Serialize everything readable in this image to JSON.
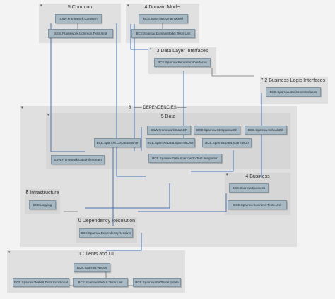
{
  "groups": {
    "common": {
      "title": "5 Common"
    },
    "domain": {
      "title": "4 Domain Model"
    },
    "data_layer": {
      "title": "3 Data Layer Interfaces"
    },
    "business_logic": {
      "title": "2 Business Logic Interfaces"
    },
    "dependencies": {
      "title": "8",
      "label": "DEPENDENCIES"
    },
    "data": {
      "title": "5 Data"
    },
    "business": {
      "title": "4 Business"
    },
    "infrastructure": {
      "title": "6 Infrastructure"
    },
    "dependency_resolution": {
      "title": "0 Dependency Resolution"
    },
    "clients": {
      "title": "1 Clients and UI"
    }
  },
  "nodes": {
    "ssw_common": "SSW.Framework.Common",
    "ssw_common_tests": "SSW.Framework.Common.Tests.Unit",
    "domain_model": "BCE.Sparrow.DomainModel",
    "domain_model_tests": "BCE.Sparrow.DomainModel.Tests.Unit",
    "repo_interfaces": "BCE.Sparrow.RepositoryInterfaces",
    "business_interfaces": "BCE.Sparrow.BusinessInterfaces",
    "ssw_data_ef": "SSW.Framework.Data.EF",
    "cts_data_ob": "BCE.Sparrow.CtsDataSource",
    "sparrow_ctsdb": "BCE.Sparrow.CtsSparrowDb",
    "schools_db": "BCE.Sparrow.SchoolsDb",
    "sparrow_data_sparrow_cms": "BCE.Sparrow.Data.SparrowCms",
    "sparrow_data_sparrowdb": "BCE.Sparrow.Data.SparrowDb",
    "data_filestream": "SSW.Framework.Data.FileStream",
    "sparrowdb_tests": "BCE.Sparrow.Data.SparrowDb.Test.Integration",
    "business": "BCE.Sparrow.Business",
    "business_tests": "BCE.Sparrow.Business.Tests.Unit",
    "logging": "BCE.Logging",
    "dependency_resolver": "BCE.Sparrow.DependencyResolver",
    "webui": "BCE.Sparrow.WebUI",
    "webui_tests_functional": "BCE.Sparrow.WebUI.Tests.Functional",
    "webui_tests_unit": "BCE.Sparrow.WebUI.Tests.Unit",
    "staff_data_update": "BCE.Sparrow.StaffDataUpdate"
  },
  "colors": {
    "group": "#e0e0e0",
    "inner_group": "#d6d6d6",
    "node": "#a9b9c3",
    "wire_blue": "#4a74b5",
    "wire_grey": "#707070"
  }
}
